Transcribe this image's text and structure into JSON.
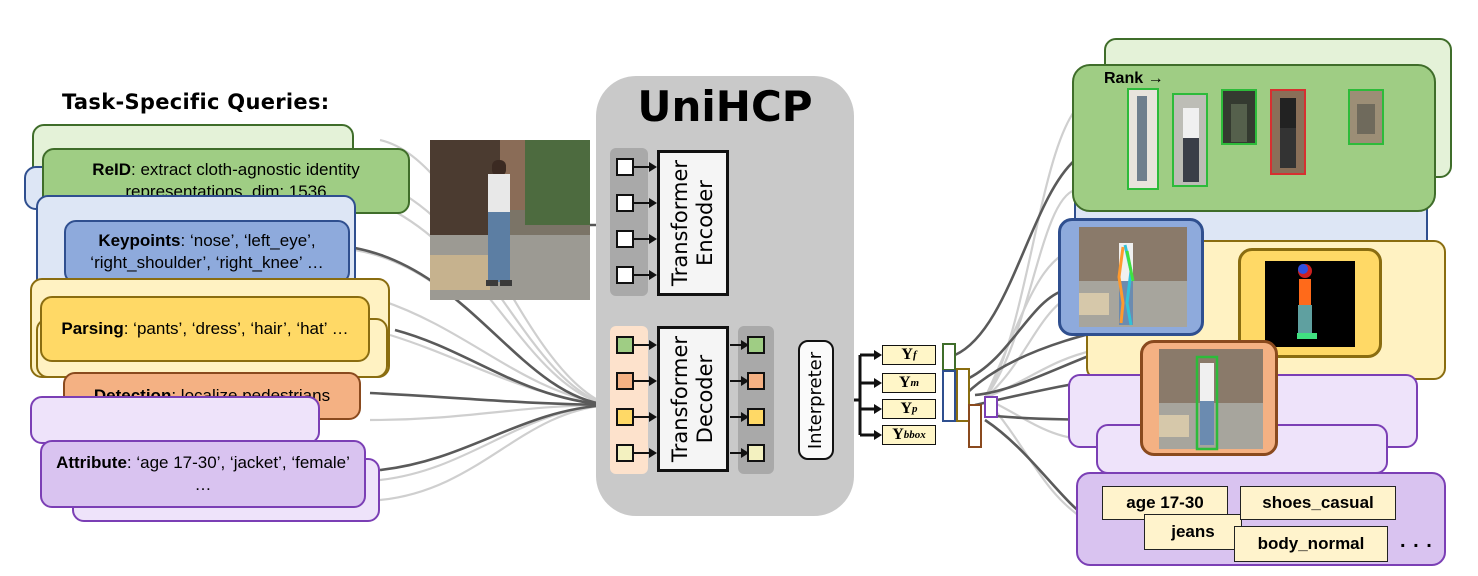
{
  "left_panel": {
    "title": "Task-Specific  Queries:",
    "queries": {
      "reid": {
        "name": "ReID",
        "text": ": extract cloth-agnostic identity representations, dim: 1536",
        "color": "#9fcd84"
      },
      "keypoints": {
        "name": "Keypoints",
        "text": ": ‘nose’, ‘left_eye’, ‘right_shoulder’, ‘right_knee’ …",
        "color": "#8eaadc"
      },
      "parsing": {
        "name": "Parsing",
        "text": ": ‘pants’, ‘dress’, ‘hair’, ‘hat’ …",
        "color": "#ffd966"
      },
      "detection": {
        "name": "Detection",
        "text": ": localize pedestrians",
        "color": "#f4b183"
      },
      "attribute": {
        "name": "Attribute",
        "text": ": ‘age  17-30’, ‘jacket’, ‘female’ …",
        "color": "#d9c3f0"
      }
    }
  },
  "model": {
    "title": "UniHCP",
    "encoder_label": "Transformer Encoder",
    "decoder_label": "Transformer Decoder",
    "interpreter_label": "Interpreter"
  },
  "outputs": {
    "y_f": "Y",
    "y_f_sub": "f",
    "y_m": "Y",
    "y_m_sub": "m",
    "y_p": "Y",
    "y_p_sub": "p",
    "y_bbox": "Y",
    "y_bbox_sub": "bbox"
  },
  "right_panel": {
    "rank_label": "Rank →",
    "attribute_tags": [
      "age 17-30",
      "shoes_casual",
      "jeans",
      "body_normal"
    ],
    "ellipsis": ". . ."
  },
  "colors": {
    "reid": "#9fcd84",
    "reid_border": "#3f6d2a",
    "keypoints": "#8eaadc",
    "keypoints_border": "#2f4f8f",
    "parsing": "#ffd966",
    "parsing_border": "#8a6d10",
    "detection": "#f4b183",
    "detection_border": "#8a4a1e",
    "attribute": "#d9c3f0",
    "attribute_border": "#7b3fb5",
    "unihcp_bg": "#c9c9c9"
  }
}
